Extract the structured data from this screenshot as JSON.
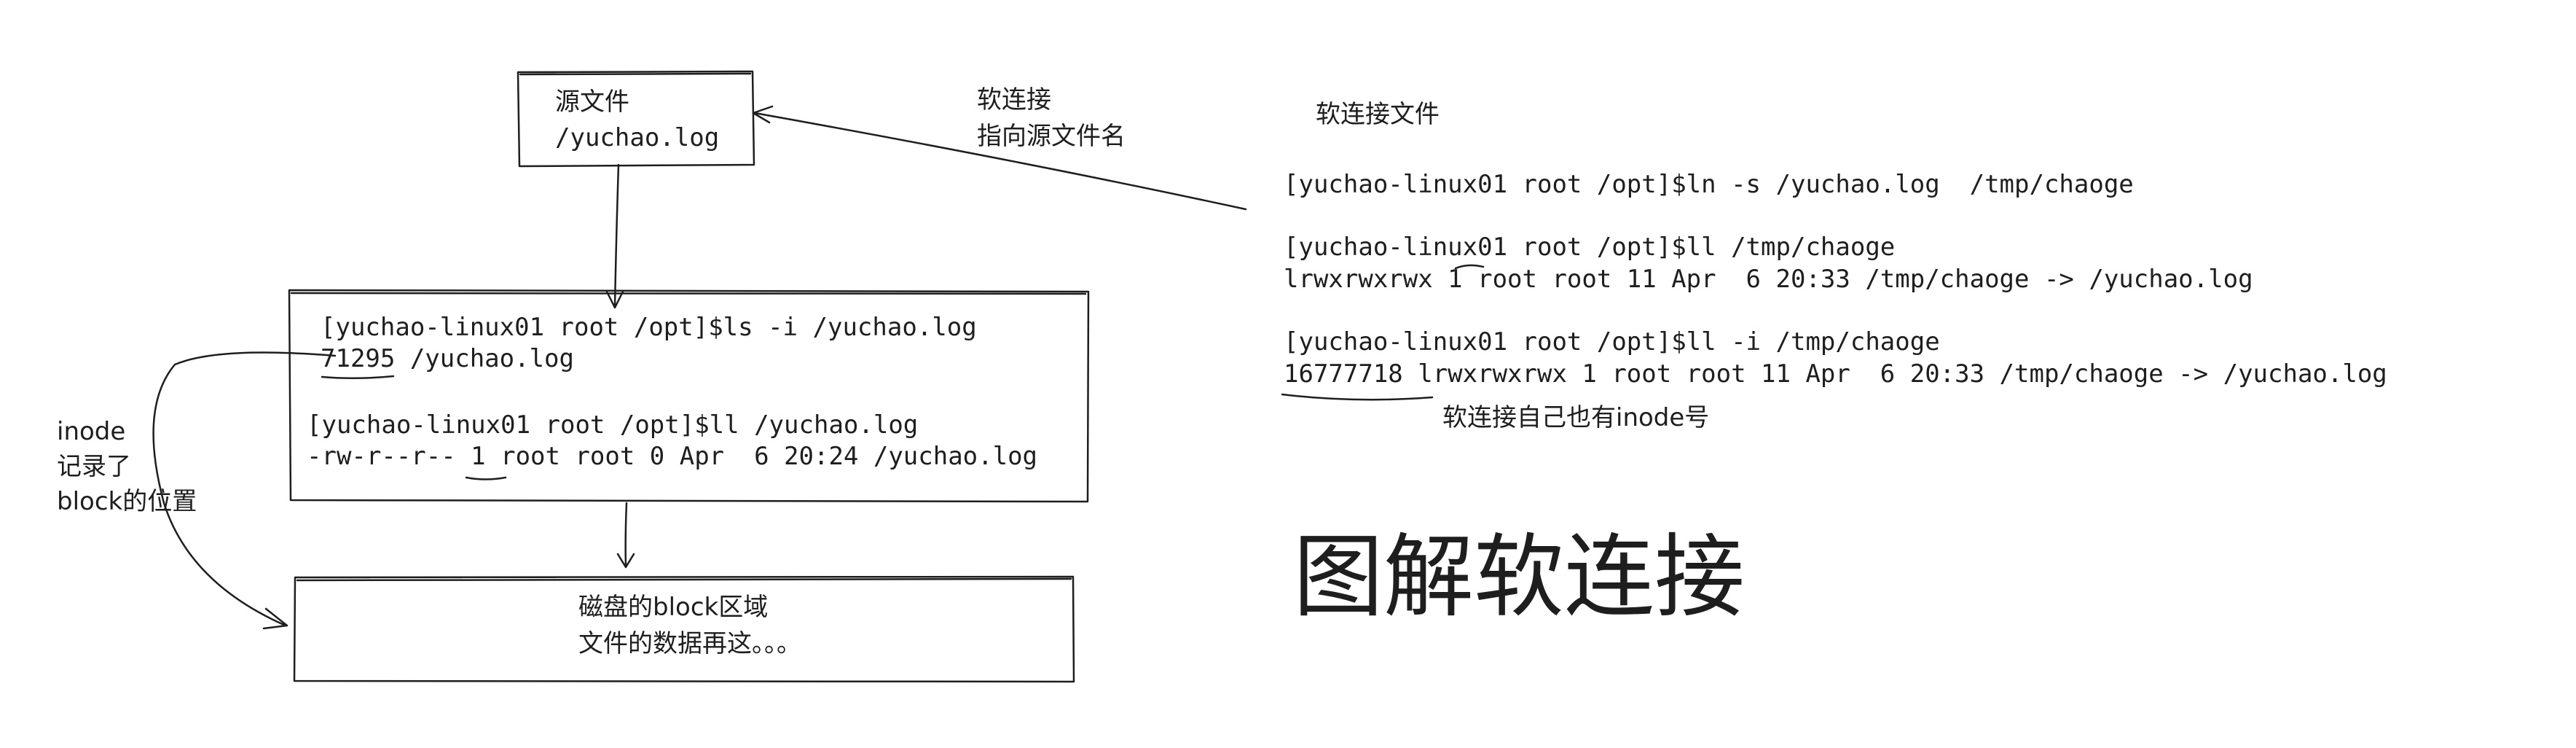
{
  "source_file": {
    "title": "源文件",
    "path": "/yuchao.log"
  },
  "soft_link_note": {
    "line1": "软连接",
    "line2": "指向源文件名"
  },
  "soft_link_file_label": "软连接文件",
  "terminal_right": {
    "cmd_ln": "[yuchao-linux01 root /opt]$ln -s /yuchao.log  /tmp/chaoge",
    "cmd_ll": "[yuchao-linux01 root /opt]$ll /tmp/chaoge",
    "out_ll": "lrwxrwxrwx 1 root root 11 Apr  6 20:33 /tmp/chaoge -> /yuchao.log",
    "cmd_ll_i": "[yuchao-linux01 root /opt]$ll -i /tmp/chaoge",
    "out_ll_i": "16777718 lrwxrwxrwx 1 root root 11 Apr  6 20:33 /tmp/chaoge -> /yuchao.log",
    "inode_note": "软连接自己也有inode号"
  },
  "inode_box": {
    "cmd_ls": "[yuchao-linux01 root /opt]$ls -i /yuchao.log",
    "out_ls": "71295 /yuchao.log",
    "cmd_ll": "[yuchao-linux01 root /opt]$ll /yuchao.log",
    "out_ll": "-rw-r--r-- 1 root root 0 Apr  6 20:24 /yuchao.log"
  },
  "inode_note": {
    "line1": "inode",
    "line2": "记录了",
    "line3": "block的位置"
  },
  "block_box": {
    "line1": "磁盘的block区域",
    "line2": "文件的数据再这。。。"
  },
  "big_title": "图解软连接",
  "colors": {
    "stroke": "#1e1e1e",
    "background": "#ffffff"
  }
}
